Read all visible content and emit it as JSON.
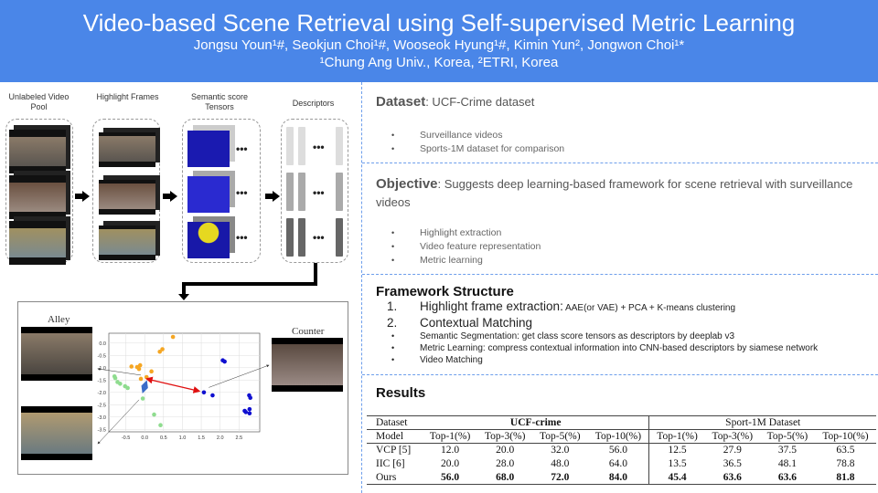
{
  "header": {
    "title": "Video-based Scene Retrieval using Self-supervised Metric Learning",
    "authors": "Jongsu Youn¹#, Seokjun Choi¹#, Wooseok Hyung¹#, Kimin Yun², Jongwon Choi¹*",
    "affiliations": "¹Chung Ang Univ., Korea, ²ETRI, Korea"
  },
  "pipeline": {
    "stages": [
      "Unlabeled Video Pool",
      "Highlight Frames",
      "Semantic score Tensors",
      "Descriptors"
    ],
    "ellipsis": "•••"
  },
  "embedding_figure": {
    "labels": {
      "alley": "Alley",
      "counter": "Counter"
    },
    "x_ticks": [
      "-0.5",
      "0.0",
      "0.5",
      "1.0",
      "1.5",
      "2.0",
      "2.5"
    ],
    "y_ticks": [
      "0.0",
      "-0.5",
      "-1.0",
      "-1.5",
      "-2.0",
      "-2.5",
      "-3.0",
      "-3.5"
    ],
    "xlim": [
      -0.95,
      3.05
    ],
    "ylim": [
      -3.6,
      0.4
    ],
    "colors": {
      "orange": "#f5a623",
      "green": "#8fdc8f",
      "blue": "#1010d0",
      "red": "#e01010",
      "link": "#3a6bc8"
    },
    "series": [
      {
        "name": "orange",
        "points": [
          [
            0.75,
            0.25
          ],
          [
            0.4,
            -0.35
          ],
          [
            0.47,
            -0.25
          ],
          [
            -0.35,
            -0.95
          ],
          [
            -0.2,
            -0.97
          ],
          [
            -0.12,
            -0.9
          ],
          [
            -0.15,
            -1.05
          ],
          [
            0.18,
            -1.15
          ],
          [
            0.05,
            -1.38
          ],
          [
            -0.1,
            -1.45
          ]
        ]
      },
      {
        "name": "green",
        "points": [
          [
            -0.8,
            -1.35
          ],
          [
            -0.78,
            -1.42
          ],
          [
            -0.72,
            -1.58
          ],
          [
            -0.65,
            -1.65
          ],
          [
            -0.52,
            -1.75
          ],
          [
            -0.45,
            -1.82
          ],
          [
            -0.05,
            -2.25
          ],
          [
            0.25,
            -2.9
          ],
          [
            0.42,
            -3.33
          ]
        ]
      },
      {
        "name": "blue",
        "points": [
          [
            1.57,
            -2.0
          ],
          [
            1.8,
            -2.12
          ],
          [
            2.07,
            -0.7
          ],
          [
            2.12,
            -0.75
          ],
          [
            2.77,
            -2.12
          ],
          [
            2.8,
            -2.22
          ],
          [
            2.65,
            -2.75
          ],
          [
            2.68,
            -2.8
          ],
          [
            2.78,
            -2.68
          ],
          [
            2.78,
            -2.85
          ]
        ]
      }
    ]
  },
  "dataset": {
    "label": "Dataset",
    "text": ": UCF-Crime dataset",
    "bullets": [
      "Surveillance videos",
      "Sports-1M dataset for comparison"
    ]
  },
  "objective": {
    "label": "Objective",
    "text": ": Suggests deep learning-based framework for scene retrieval with surveillance videos",
    "bullets": [
      "Highlight extraction",
      "Video feature representation",
      "Metric learning"
    ]
  },
  "framework": {
    "title": "Framework Structure",
    "items": [
      {
        "num": "1.",
        "head": "Highlight frame extraction:",
        "rest": " AAE(or VAE) + PCA + K-means clustering"
      },
      {
        "num": "2.",
        "head": "Contextual Matching",
        "rest": ""
      }
    ],
    "bullets": [
      "Semantic Segmentation: get class score tensors as descriptors by deeplab v3",
      "Metric Learning: compress contextual information into CNN-based descriptors by siamese network",
      "Video Matching"
    ]
  },
  "results": {
    "title": "Results",
    "dataset_label": "Dataset",
    "group1": "UCF-crime",
    "group2": "Sport-1M Dataset",
    "columns": [
      "Model",
      "Top-1(%)",
      "Top-3(%)",
      "Top-5(%)",
      "Top-10(%)",
      "Top-1(%)",
      "Top-3(%)",
      "Top-5(%)",
      "Top-10(%)"
    ],
    "rows": [
      [
        "VCP [5]",
        "12.0",
        "20.0",
        "32.0",
        "56.0",
        "12.5",
        "27.9",
        "37.5",
        "63.5"
      ],
      [
        "IIC [6]",
        "20.0",
        "28.0",
        "48.0",
        "64.0",
        "13.5",
        "36.5",
        "48.1",
        "78.8"
      ],
      [
        "Ours",
        "56.0",
        "68.0",
        "72.0",
        "84.0",
        "45.4",
        "63.6",
        "63.6",
        "81.8"
      ]
    ]
  }
}
